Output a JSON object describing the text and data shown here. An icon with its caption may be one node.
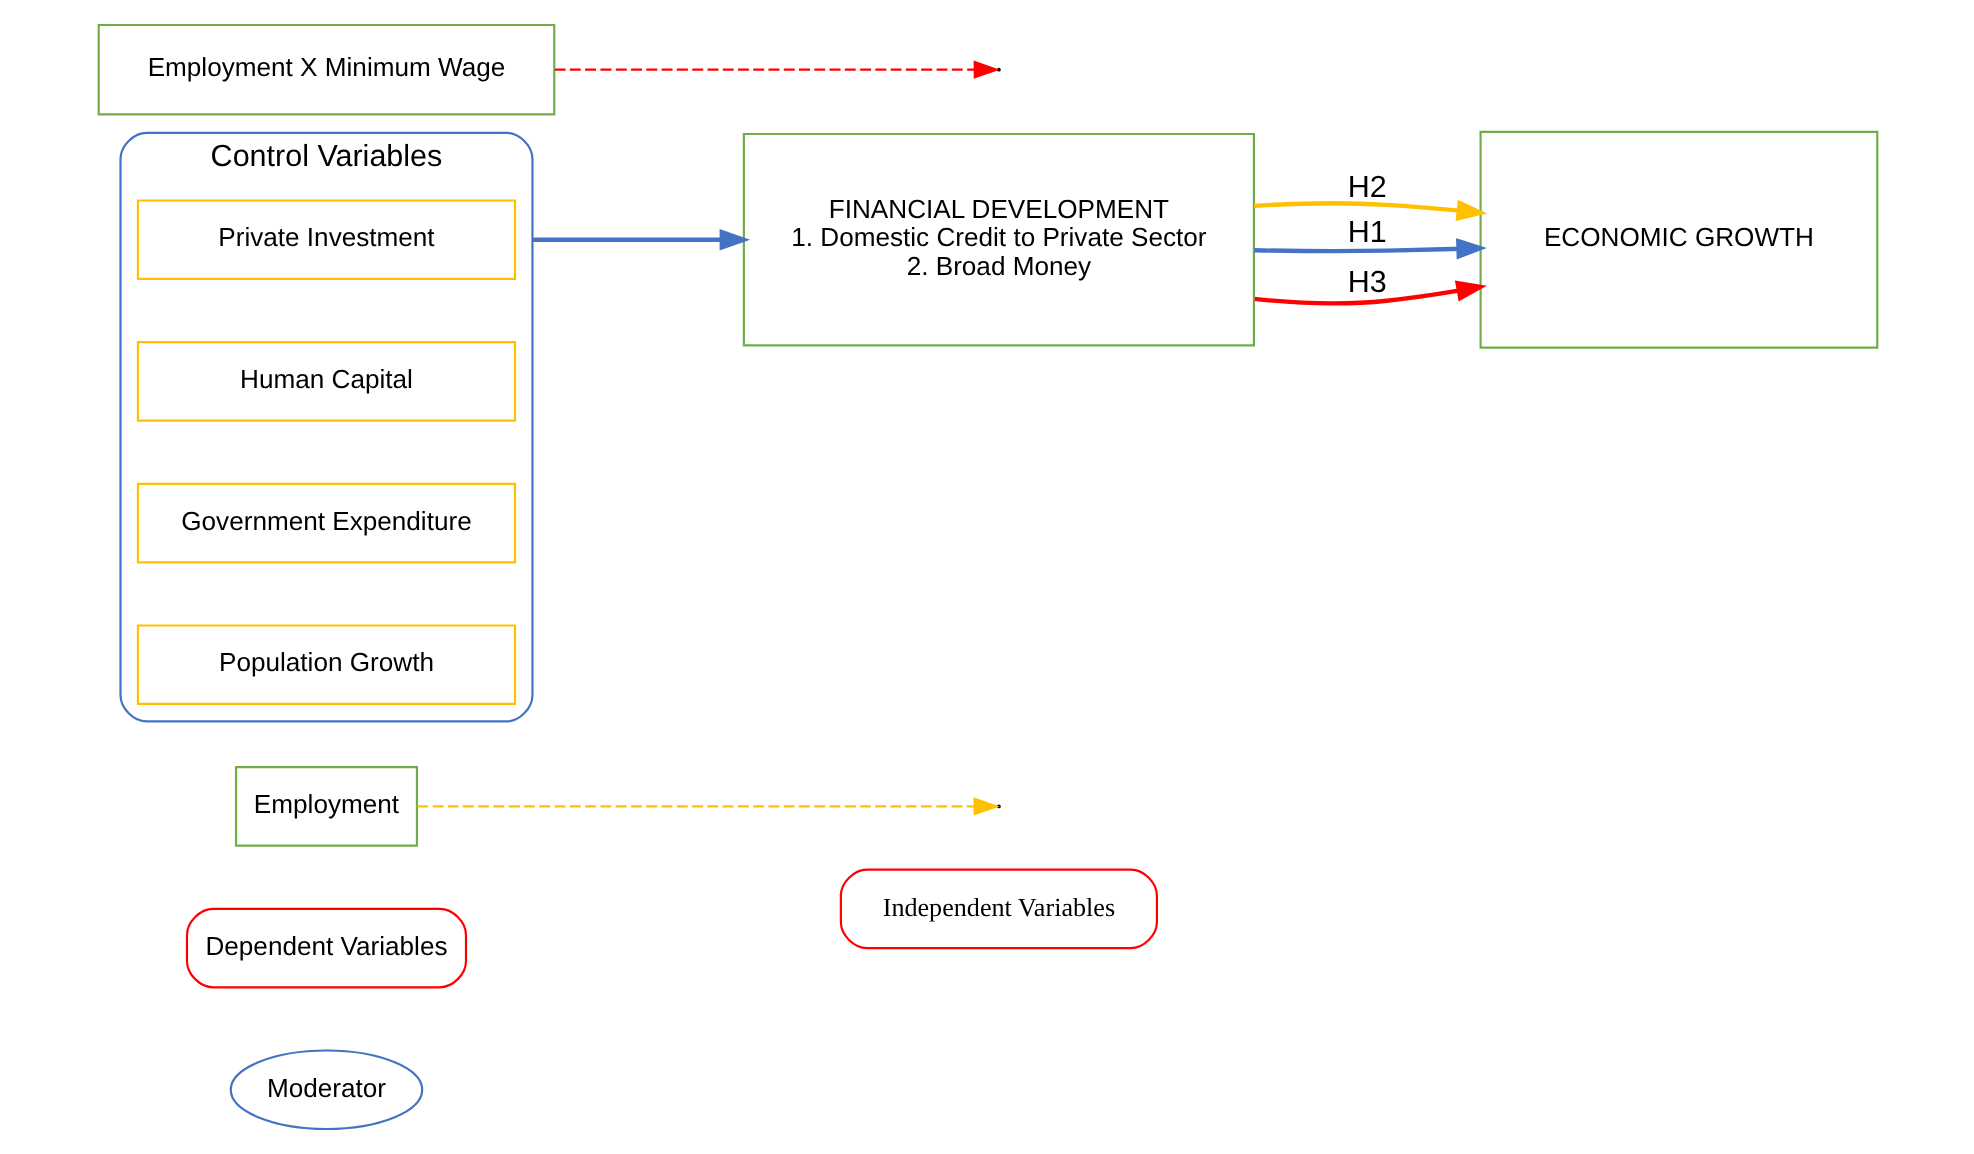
{
  "diagram": {
    "nodes": [
      {
        "text": [
          "Independent Variables"
        ]
      },
      {
        "text": [
          "Moderator"
        ]
      },
      {
        "text": [
          "Dependent Variables"
        ]
      },
      {
        "text": [
          "Employment"
        ]
      },
      {
        "text": [
          "FINANCIAL DEVELOPMENT",
          "1. Domestic Credit to Private Sector",
          "2. Broad Money"
        ]
      },
      {
        "text": [
          "ECONOMIC GROWTH"
        ]
      },
      {
        "text": [
          "Control Variables"
        ]
      },
      {
        "text": [
          "Private Investment"
        ],
        "in": 6
      },
      {
        "text": [
          "Human Capital"
        ],
        "in": 6
      },
      {
        "text": [
          "Government Expenditure"
        ],
        "in": 6
      },
      {
        "text": [
          "Population Growth"
        ],
        "in": 6
      },
      {
        "text": [
          "Employment X Minimum Wage"
        ]
      }
    ],
    "edges": [
      {
        "from": 4,
        "to": 5,
        "arrow": "to",
        "label": "H2",
        "color": "#ffc000"
      },
      {
        "from": 4,
        "to": 5,
        "arrow": "to",
        "label": "H1",
        "color": "#4472c4"
      },
      {
        "from": 4,
        "to": 5,
        "arrow": "to",
        "label": "H3",
        "color": "#ff0000"
      },
      {
        "from": 3,
        "to": null,
        "arrow": "to",
        "style": "dashed",
        "color": "#ffc000"
      },
      {
        "from": 11,
        "to": null,
        "arrow": "to",
        "style": "dashed",
        "color": "#ff0000"
      },
      {
        "from": 6,
        "to": 4,
        "arrow": "to",
        "color": "#4472c4"
      }
    ]
  }
}
